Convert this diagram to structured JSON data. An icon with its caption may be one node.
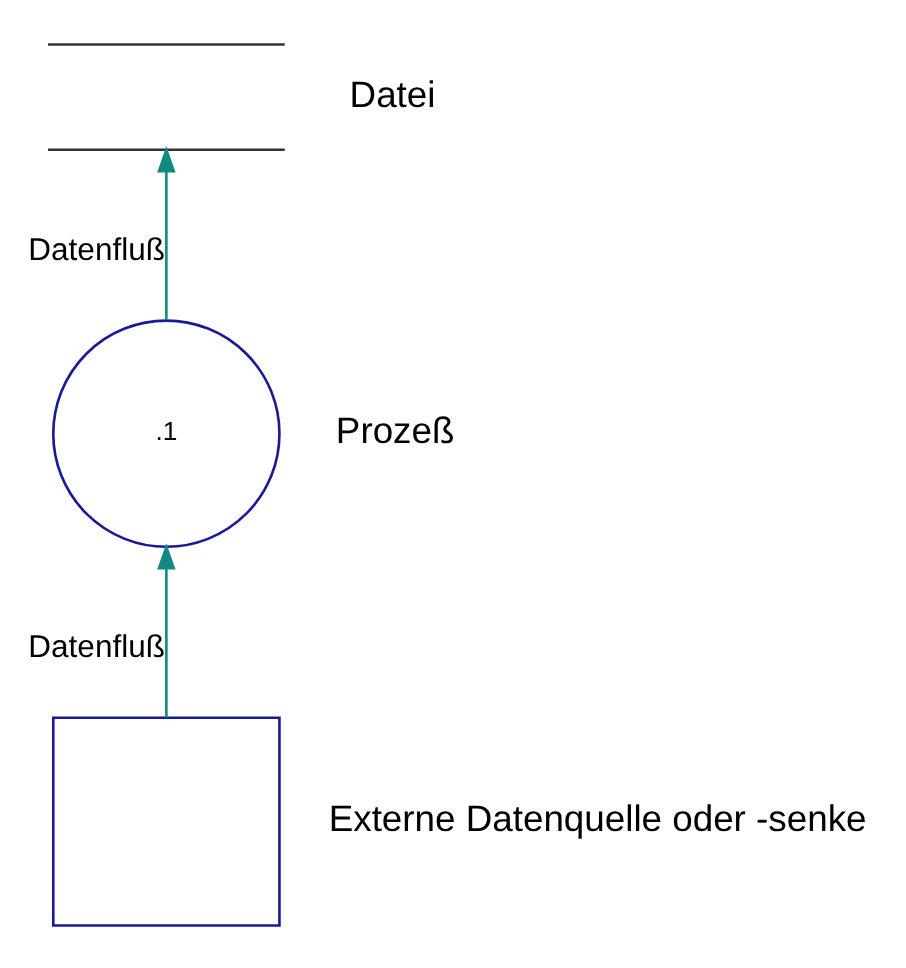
{
  "diagram": {
    "nodes": [
      {
        "text": [],
        "shape": "lines",
        "beside": [
          "Datei"
        ]
      },
      {
        "text": [
          ".1"
        ],
        "beside": [
          "Prozeß"
        ]
      },
      {
        "text": [],
        "shape": "box",
        "beside": [
          "Externe Datenquelle oder -senke"
        ]
      }
    ],
    "edges": [
      {
        "from": 2,
        "to": 1,
        "arrow": "to",
        "label": "Datenfluß"
      },
      {
        "from": 1,
        "to": 0,
        "arrow": "to",
        "label": "Datenfluß"
      }
    ]
  }
}
